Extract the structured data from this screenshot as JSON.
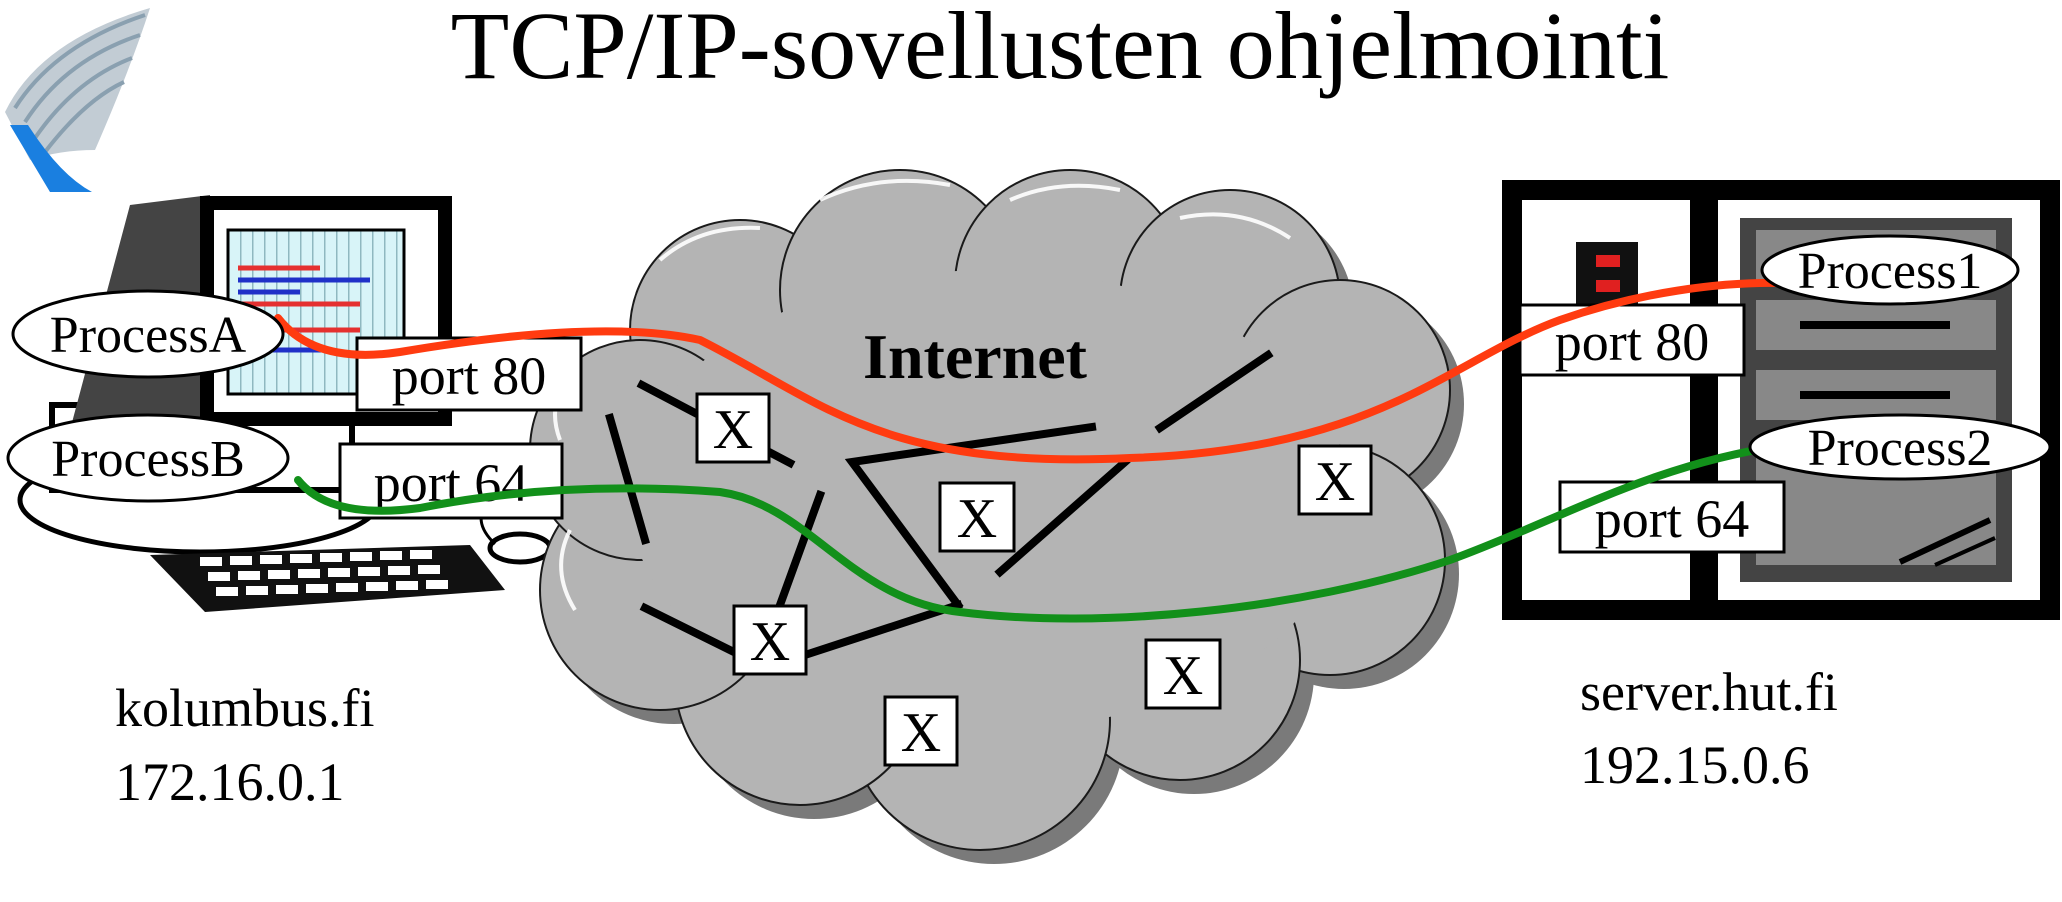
{
  "title": "TCP/IP-sovellusten ohjelmointi",
  "cloud_label": "Internet",
  "client": {
    "process_a": "ProcessA",
    "process_b": "ProcessB",
    "port_a": "port 80",
    "port_b": "port 64",
    "hostname": "kolumbus.fi",
    "ip": "172.16.0.1"
  },
  "server": {
    "process_1": "Process1",
    "process_2": "Process2",
    "port_1": "port 80",
    "port_2": "port 64",
    "hostname": "server.hut.fi",
    "ip": "192.15.0.6"
  },
  "router_glyph": "X",
  "colors": {
    "connection_a": "#ff3b10",
    "connection_b": "#12901a",
    "cloud": "#b4b4b4",
    "logo": "#1a7fe0"
  }
}
